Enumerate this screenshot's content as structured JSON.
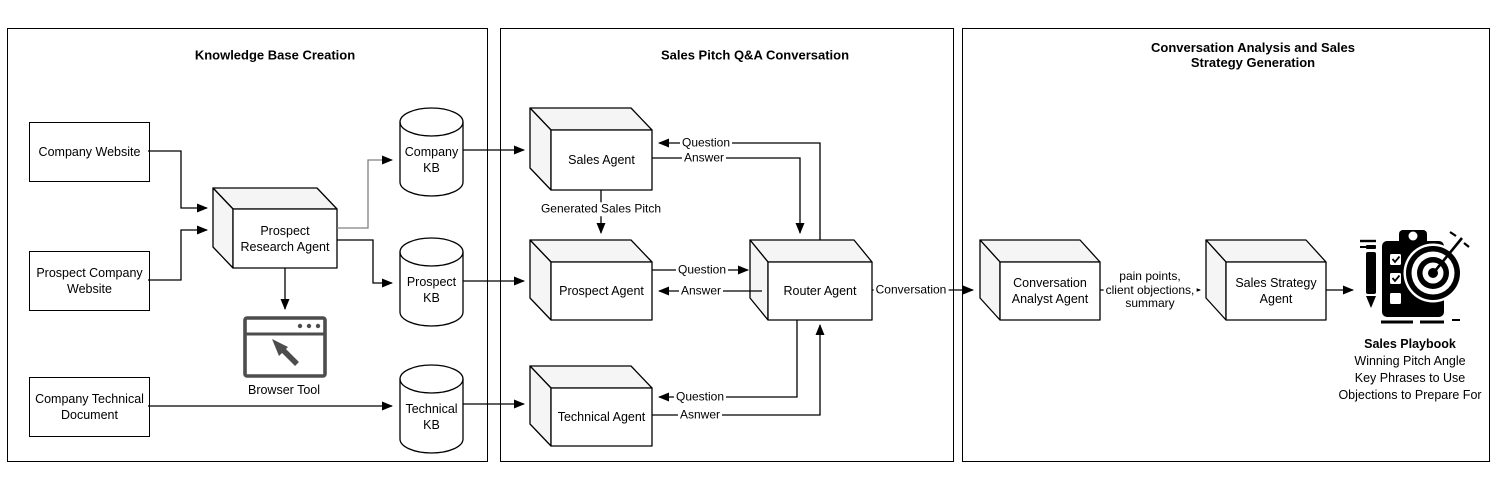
{
  "panels": {
    "kb_creation": {
      "title": "Knowledge Base Creation"
    },
    "qa_conversation": {
      "title": "Sales Pitch Q&A Conversation"
    },
    "analysis": {
      "title": "Conversation Analysis and Sales\nStrategy Generation"
    }
  },
  "nodes": {
    "company_website": {
      "label": "Company Website"
    },
    "prospect_company_website": {
      "label": "Prospect Company\nWebsite"
    },
    "company_technical_document": {
      "label": "Company Technical\nDocument"
    },
    "prospect_research_agent": {
      "label": "Prospect\nResearch Agent"
    },
    "browser_tool": {
      "label": "Browser Tool"
    },
    "company_kb": {
      "label": "Company\nKB"
    },
    "prospect_kb": {
      "label": "Prospect\nKB"
    },
    "technical_kb": {
      "label": "Technical\nKB"
    },
    "sales_agent": {
      "label": "Sales Agent"
    },
    "prospect_agent": {
      "label": "Prospect Agent"
    },
    "technical_agent": {
      "label": "Technical Agent"
    },
    "router_agent": {
      "label": "Router Agent"
    },
    "conversation_analyst_agent": {
      "label": "Conversation\nAnalyst Agent"
    },
    "sales_strategy_agent": {
      "label": "Sales Strategy\nAgent"
    },
    "sales_playbook": {
      "title": "Sales Playbook",
      "lines": "Winning Pitch Angle\nKey Phrases to Use\nObjections to Prepare For"
    }
  },
  "edges": {
    "generated_sales_pitch": "Generated Sales Pitch",
    "sales_question": "Question",
    "sales_answer": "Answer",
    "prospect_question": "Question",
    "prospect_answer": "Answer",
    "technical_question": "Question",
    "technical_answer": "Asnwer",
    "conversation": "Conversation",
    "analysis_output": "pain points,\nclient objections,\nsummary"
  },
  "colors": {
    "stroke": "#000000",
    "cube_face_fill": "#f5f5f5",
    "shape_fill": "#ffffff",
    "gray_edge": "#808080",
    "icon_gray": "#4d4d4d",
    "background": "#ffffff"
  }
}
